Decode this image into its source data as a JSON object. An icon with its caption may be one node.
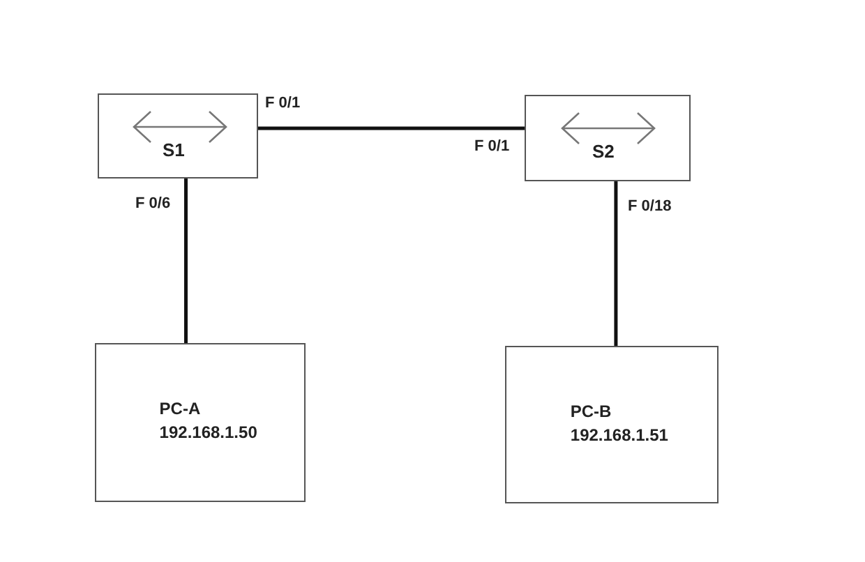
{
  "diagram": {
    "nodes": [
      {
        "text": [
          "S1"
        ],
        "beside": [
          "F 0/1",
          "F 0/6"
        ]
      },
      {
        "text": [
          "S2"
        ],
        "beside": [
          "F 0/1",
          "F 0/18"
        ]
      },
      {
        "text": [
          "PC-A",
          "192.168.1.50"
        ]
      },
      {
        "text": [
          "PC-B",
          "192.168.1.51"
        ]
      }
    ],
    "edges": [
      {
        "from": 0,
        "to": 1,
        "arrow": "none"
      },
      {
        "from": 0,
        "to": 2,
        "arrow": "none"
      },
      {
        "from": 1,
        "to": 3,
        "arrow": "none"
      }
    ]
  }
}
